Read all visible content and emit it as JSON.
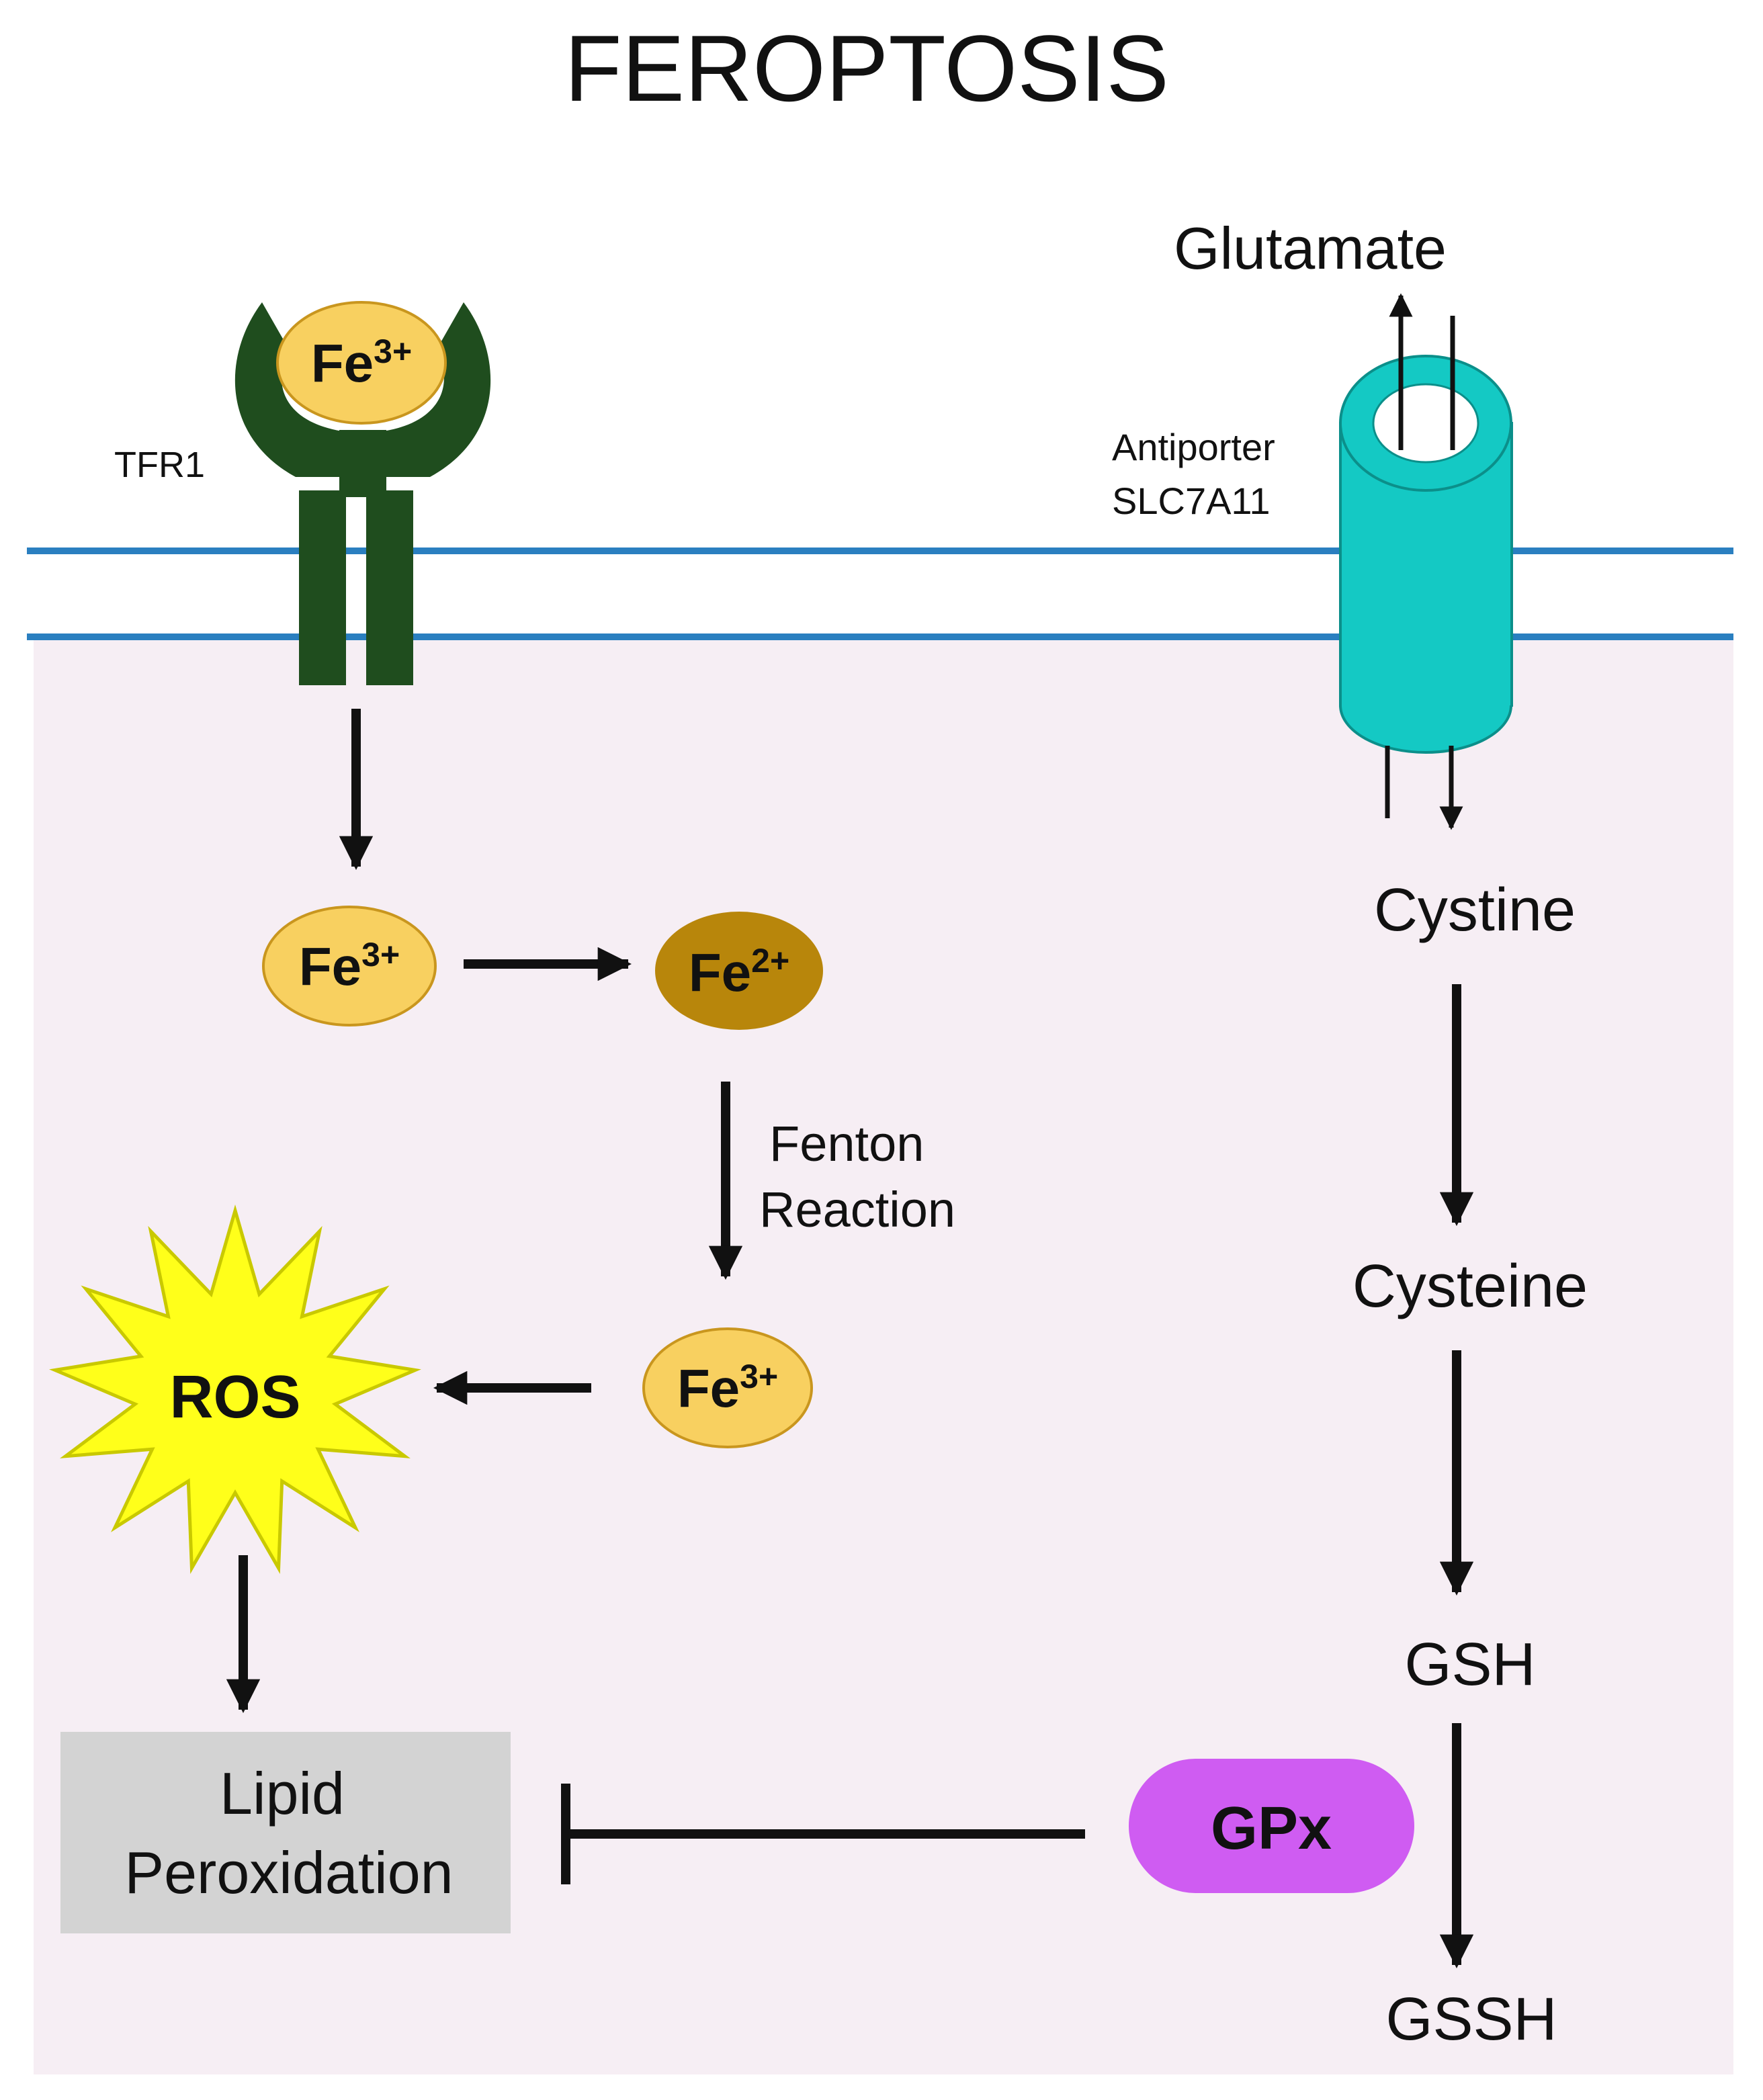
{
  "title": "FEROPTOSIS",
  "receptor": {
    "label": "TFR1"
  },
  "transporter": {
    "label_line1": "Antiporter",
    "label_line2": "SLC7A11"
  },
  "iron": {
    "symbol": "Fe",
    "fe3_charge": "3+",
    "fe2_charge": "2+"
  },
  "fenton": {
    "line1": "Fenton",
    "line2": "Reaction"
  },
  "ros": {
    "label": "ROS"
  },
  "lipid": {
    "line1": "Lipid",
    "line2": "Peroxidation"
  },
  "gpx": {
    "label": "GPx"
  },
  "pathway": {
    "glutamate": "Glutamate",
    "cystine": "Cystine",
    "cysteine": "Cysteine",
    "gsh": "GSH",
    "gssh": "GSSH"
  },
  "colors": {
    "membrane_line": "#2a7fc0",
    "cytoplasm": "#f6eef4",
    "receptor": "#1f4d1e",
    "fe3_fill": "#f8d060",
    "fe3_stroke": "#c9961e",
    "fe2_fill": "#b8860b",
    "transporter_fill": "#14c9c4",
    "transporter_stroke": "#0b8f8a",
    "ros_fill": "#ffff1a",
    "ros_stroke": "#c9c900",
    "lipid_box": "#d3d3d3",
    "gpx_fill": "#cf5cf2"
  }
}
